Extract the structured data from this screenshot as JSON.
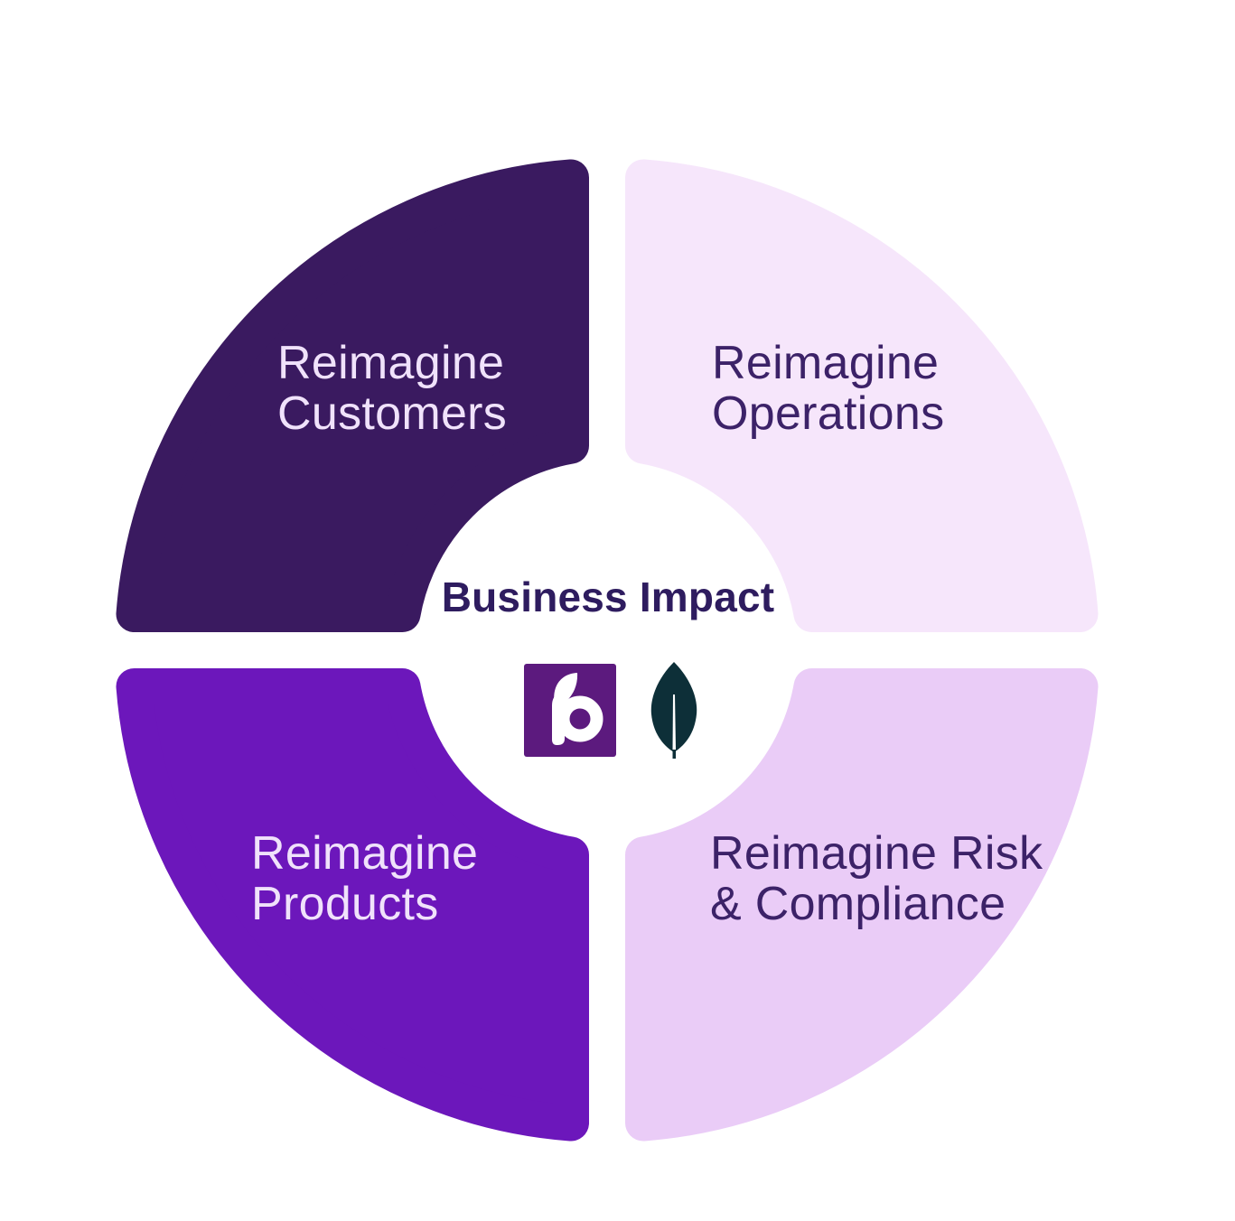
{
  "diagram": {
    "center_title": "Business Impact",
    "center_title_color": "#2E1C5F",
    "quadrants": [
      {
        "id": "customers",
        "position": "top-left",
        "label_line1": "Reimagine",
        "label_line2": "Customers",
        "fill": "#3A1A60",
        "text_color": "#F0E2FB"
      },
      {
        "id": "operations",
        "position": "top-right",
        "label_line1": "Reimagine",
        "label_line2": "Operations",
        "fill": "#F6E6FB",
        "text_color": "#3C2268"
      },
      {
        "id": "products",
        "position": "bottom-left",
        "label_line1": "Reimagine",
        "label_line2": "Products",
        "fill": "#6C17BB",
        "text_color": "#F0E2FB"
      },
      {
        "id": "risk-compliance",
        "position": "bottom-right",
        "label_line1": "Reimagine Risk",
        "label_line2": "& Compliance",
        "fill": "#EACCF7",
        "text_color": "#3C2268"
      }
    ],
    "logos": [
      {
        "name": "fp-logo",
        "background": "#5C1A7E",
        "glyph_color": "#FFFFFF"
      },
      {
        "name": "mongodb-leaf",
        "color": "#0D2F38",
        "midrib_color": "#FFFFFF"
      }
    ]
  }
}
